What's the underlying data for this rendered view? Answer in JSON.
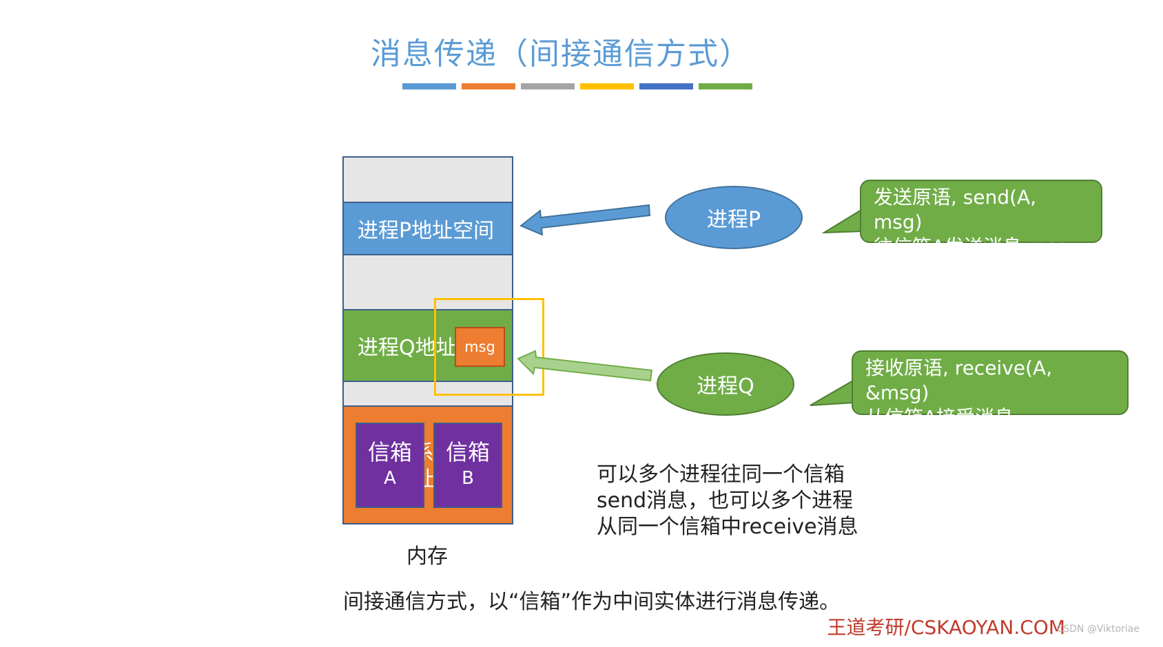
{
  "title": "消息传递（间接通信方式）",
  "title_bar_colors": [
    "#5b9bd5",
    "#ed7d31",
    "#a5a5a5",
    "#ffc000",
    "#4472c4",
    "#70ad47"
  ],
  "memory": {
    "region_p": "进程P地址空间",
    "region_q": "进程Q地址",
    "region_kernel_fragment": "系\n址",
    "mailbox_a": {
      "title": "信箱",
      "letter": "A"
    },
    "mailbox_b": {
      "title": "信箱",
      "letter": "B"
    },
    "msg": "msg",
    "caption": "内存"
  },
  "process_p": {
    "label": "进程P",
    "callout_line1": "发送原语, send(A, msg)",
    "callout_line2": "往信箱A发送消息 msg"
  },
  "process_q": {
    "label": "进程Q",
    "callout_line1": "接收原语, receive(A, &msg)",
    "callout_line2": "从信箱A接受消息"
  },
  "note": {
    "line1": "可以多个进程往同一个信箱",
    "line2": "send消息，也可以多个进程",
    "line3": "从同一个信箱中receive消息"
  },
  "footer": "间接通信方式，以“信箱”作为中间实体进行消息传递。",
  "brand": "王道考研/CSKAOYAN.COM",
  "watermark": "CSDN @Viktoriae",
  "colors": {
    "blue": "#5b9bd5",
    "green": "#70ad47",
    "orange": "#ed7d31",
    "purple": "#7030a0",
    "yellow": "#ffc000"
  }
}
